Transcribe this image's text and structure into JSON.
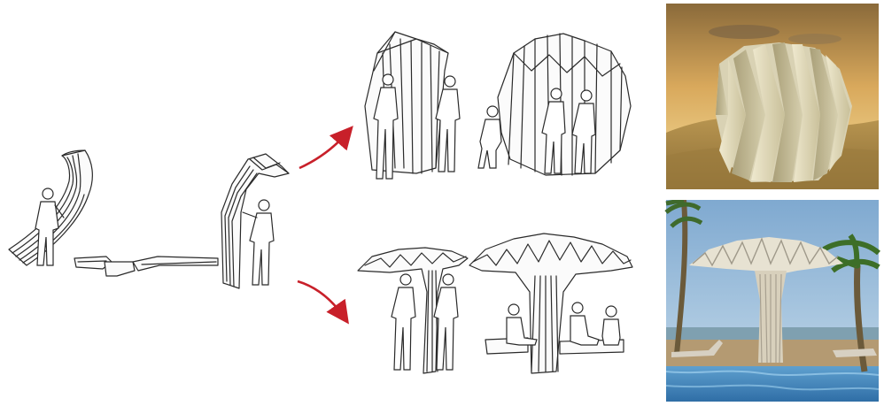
{
  "figure": {
    "description_hidden": "",
    "accent": "#c8202a",
    "panels": [
      {
        "name": "flat-to-folding-sequence"
      },
      {
        "name": "tent-configuration"
      },
      {
        "name": "umbrella-configuration"
      },
      {
        "name": "tent-render-photo"
      },
      {
        "name": "umbrella-render-photo"
      }
    ],
    "arrows": [
      {
        "name": "arrow-to-tent"
      },
      {
        "name": "arrow-to-umbrella"
      }
    ],
    "colors": {
      "sketch_line": "#2a2a2a",
      "arrow": "#c8202a",
      "desert_sky": "#c9a05a",
      "desert_sand": "#a98848",
      "pavilion_tone": "#d9d2b4",
      "pool_water": "#4f8fc4",
      "sky_blue": "#8fb6d8"
    }
  }
}
